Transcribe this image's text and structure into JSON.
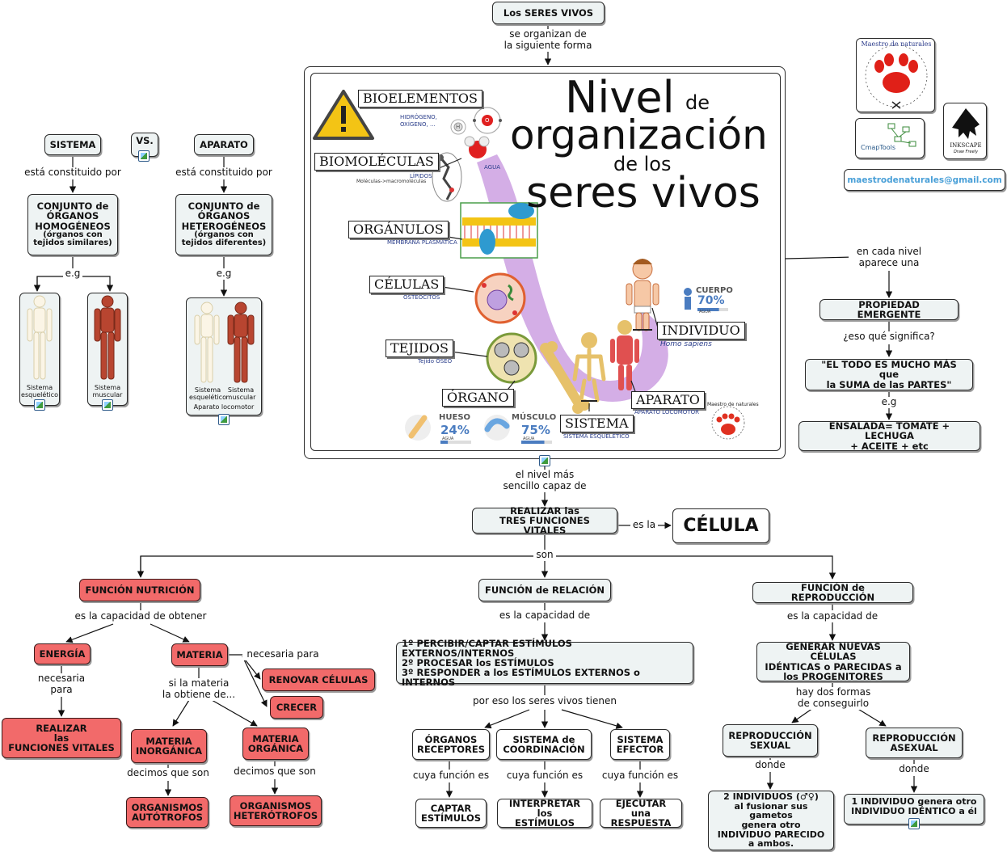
{
  "top": {
    "root": "Los SERES VIVOS",
    "root_link": "se organizan de\nla siguiente forma"
  },
  "poster": {
    "title_nivel": "Nivel",
    "title_de1": "de",
    "title_organizacion": "organización",
    "title_delos": "de los",
    "title_seres": "seres vivos",
    "tags": {
      "bioelementos": "BIOELEMENTOS",
      "biomoleculas": "BIOMOLÉCULAS",
      "organulos": "ORGÁNULOS",
      "celulas": "CÉLULAS",
      "tejidos": "TEJIDOS",
      "organo": "ÓRGANO",
      "sistema": "SISTEMA",
      "aparato": "APARATO",
      "individuo": "INDIVIDUO"
    },
    "subs": {
      "hidrogeno": "HIDRÓGENO,\nOXÍGENO, ...",
      "lipidos": "LÍPIDOS",
      "moleculas": "Moléculas->macromoléculas",
      "agua": "AGUA",
      "membrana": "MEMBRANA PLASMÁTICA",
      "osteocitos": "OSTEOCITOS",
      "tejido_oseo": "Tejido ÓSEO",
      "sistema_esq": "SISTEMA ESQUELÉTICO",
      "aparato_loc": "APARATO LOCOMOTOR",
      "homo": "Homo sapiens"
    },
    "water": {
      "cuerpo_label": "CUERPO",
      "cuerpo_pct": "70%",
      "cuerpo_fill": 0.7,
      "hueso_label": "HUESO",
      "hueso_pct": "24%",
      "hueso_fill": 0.24,
      "musculo_label": "MÚSCULO",
      "musculo_pct": "75%",
      "musculo_fill": 0.75,
      "agua": "AGUA"
    },
    "atoms": {
      "h": "H",
      "o": "O"
    },
    "logo_small": "Maestro de naturales"
  },
  "left": {
    "sistema": "SISTEMA",
    "vs": "VS.",
    "aparato": "APARATO",
    "link_sistema": "está constituido por",
    "link_aparato": "está constituido por",
    "conj_homo_title": "CONJUNTO de\nÓRGANOS\nHOMOGÉNEOS",
    "conj_homo_sub": "(órganos con\ntejidos similares)",
    "conj_hetero_title": "CONJUNTO de\nÓRGANOS\nHETEROGÉNEOS",
    "conj_hetero_sub": "(órganos con\ntejidos diferentes)",
    "eg1": "e.g",
    "eg2": "e.g",
    "cap_esq": "Sistema\nesquelético",
    "cap_mus": "Sistema\nmuscular",
    "cap_esq2": "Sistema\nesquelético",
    "cap_mus2": "Sistema\nmuscular",
    "cap_aparato": "Aparato locomotor"
  },
  "right": {
    "logo_text": "Maestro de naturales",
    "cmap": "CmapTools",
    "inkscape": "INKSCAPE",
    "inkscape_sub": "Draw Freely",
    "email": "maestrodenaturales@gmail.com",
    "link_emergente": "en cada nivel\naparece una",
    "propiedad": "PROPIEDAD EMERGENTE",
    "link_significa": "¿eso qué significa?",
    "todo": "\"EL TODO ES MUCHO MÁS que\nla SUMA de las PARTES\"",
    "eg": "e.g",
    "ensalada": "ENSALADA= TOMATE + LECHUGA\n+ ACEITE + etc"
  },
  "middle": {
    "link_nivel": "el nivel más\nsencillo capaz de",
    "realizar": "REALIZAR las\nTRES FUNCIONES VITALES",
    "link_es_la": "es la",
    "celula": "CÉLULA",
    "link_son": "son"
  },
  "nutricion": {
    "title": "FUNCIÓN NUTRICIÓN",
    "link_capacidad": "es la capacidad de obtener",
    "energia": "ENERGÍA",
    "materia": "MATERIA",
    "link_necesaria": "necesaria\npara",
    "realizar": "REALIZAR\nlas\nFUNCIONES VITALES",
    "link_necesaria2": "necesaria para",
    "renovar": "RENOVAR CÉLULAS",
    "crecer": "CRECER",
    "link_obtiene": "si la materia\nla obtiene de...",
    "inorganica": "MATERIA\nINORGÁNICA",
    "organica": "MATERIA\nORGÁNICA",
    "link_decimos1": "decimos que son",
    "link_decimos2": "decimos que son",
    "autotrofos": "ORGANISMOS\nAUTÓTROFOS",
    "heterotrofos": "ORGANISMOS\nHETERÓTROFOS"
  },
  "relacion": {
    "title": "FUNCIÓN de RELACIÓN",
    "link_capacidad": "es la capacidad de",
    "pasos": "1º PERCIBIR/CAPTAR ESTÍMULOS EXTERNOS/INTERNOS\n2º PROCESAR los ESTÍMULOS\n3º RESPONDER a los ESTÍMULOS EXTERNOS o INTERNOS",
    "link_tienen": "por eso los seres vivos tienen",
    "receptores": "ÓRGANOS\nRECEPTORES",
    "coordinacion": "SISTEMA de\nCOORDINACIÓN",
    "efector": "SISTEMA\nEFECTOR",
    "link_funcion1": "cuya función es",
    "link_funcion2": "cuya función es",
    "link_funcion3": "cuya función es",
    "captar": "CAPTAR\nESTÍMULOS",
    "interpretar": "INTERPRETAR los\nESTÍMULOS",
    "ejecutar": "EJECUTAR una\nRESPUESTA"
  },
  "reproduccion": {
    "title": "FUNCIÓN de REPRODUCCIÓN",
    "link_capacidad": "es la capacidad de",
    "generar": "GENERAR NUEVAS CÉLULAS\nIDÉNTICAS o PARECIDAS a\nlos PROGENITORES",
    "link_formas": "hay dos formas\nde conseguirlo",
    "sexual": "REPRODUCCIÓN\nSEXUAL",
    "asexual": "REPRODUCCIÓN\nASEXUAL",
    "link_donde1": "donde",
    "link_donde2": "donde",
    "dos_individuos": "2 INDIVIDUOS (♂♀)\nal fusionar sus gametos\ngenera otro\nINDIVIDUO PARECIDO\na ambos.",
    "un_individuo": "1 INDIVIDUO genera otro\nINDIVIDUO IDÉNTICO a él"
  },
  "colors": {
    "node_bg": "#eef3f3",
    "node_red": "#f26a6a",
    "accent_blue": "#4a7cc0",
    "email_blue": "#4aa0d8",
    "purple_band": "#c99ae0"
  }
}
